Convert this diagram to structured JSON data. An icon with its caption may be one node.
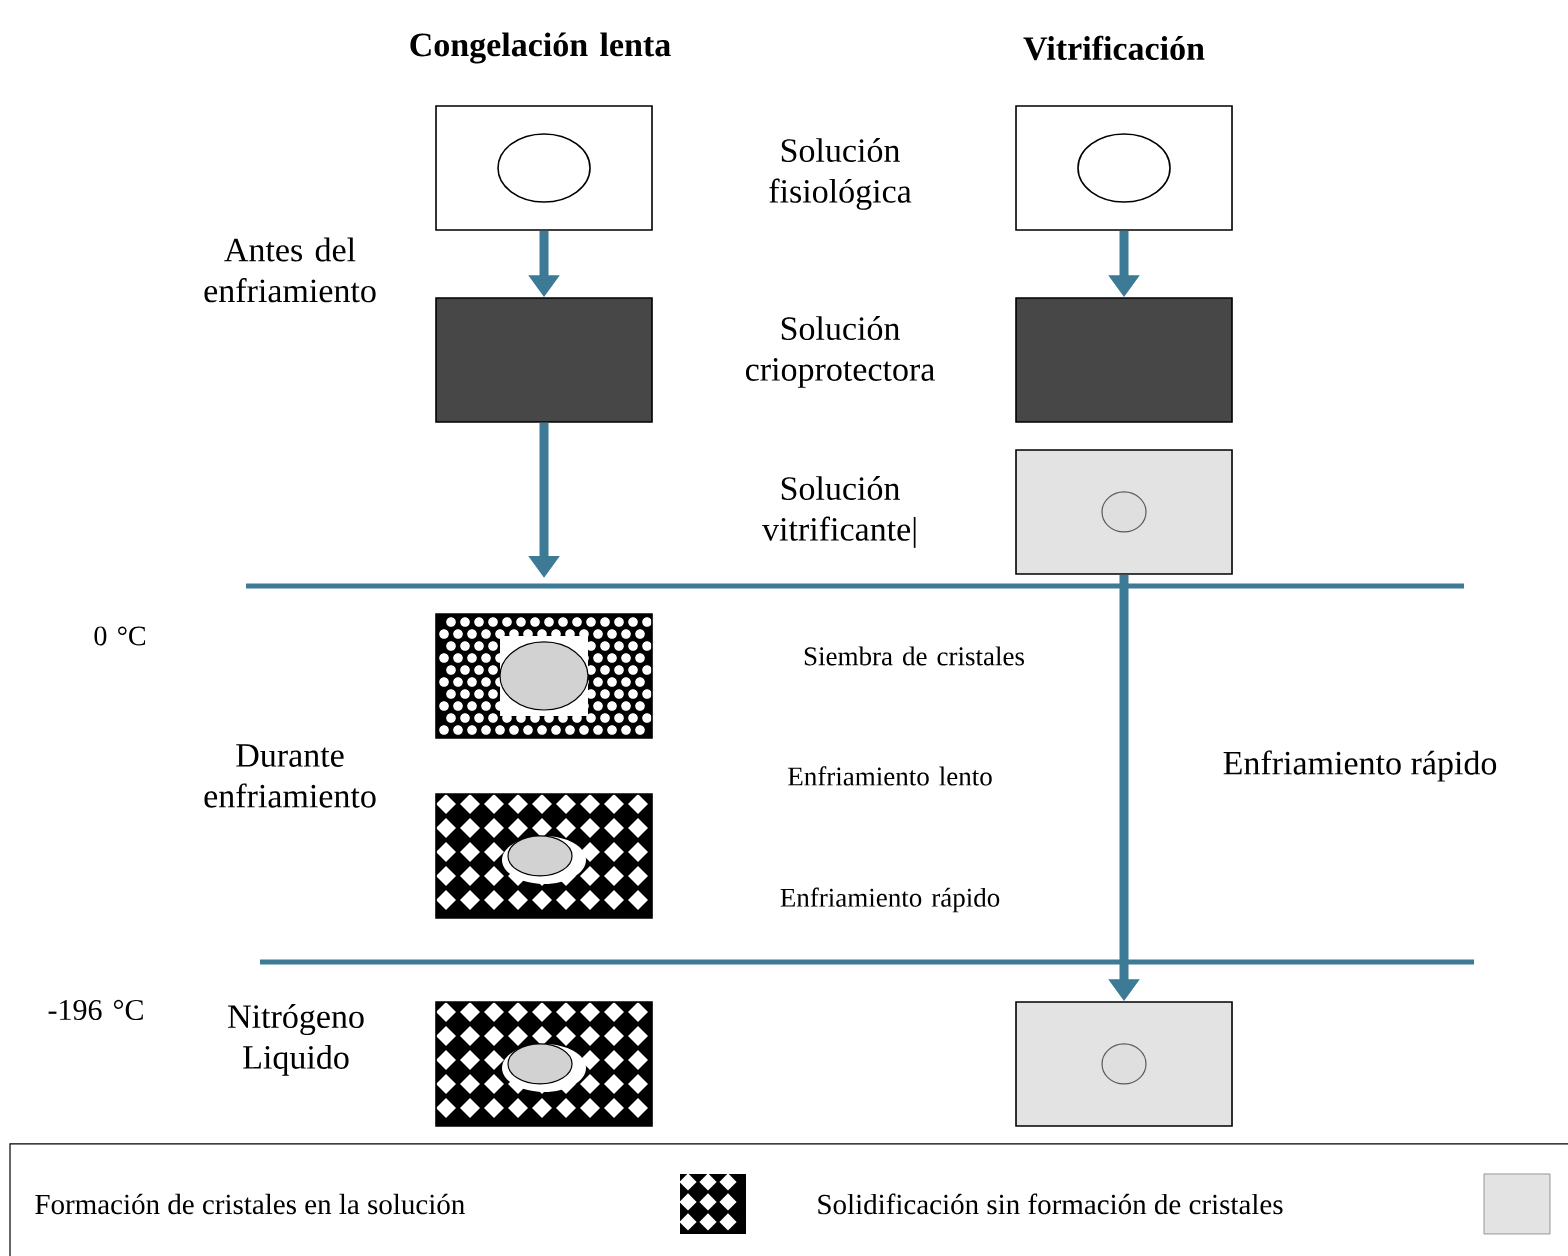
{
  "diagram": {
    "nodes": [
      {
        "text": [],
        "shape": "box"
      },
      {
        "text": [],
        "shape": "box"
      },
      {
        "text": [],
        "shape": "box"
      },
      {
        "text": [],
        "shape": "box"
      },
      {
        "text": [],
        "shape": "box"
      },
      {
        "text": [],
        "shape": "box"
      },
      {
        "text": [],
        "shape": "box"
      },
      {
        "text": [],
        "shape": "box"
      },
      {
        "text": [],
        "shape": "box"
      }
    ],
    "edges": [
      {
        "from": 0,
        "to": 2,
        "arrow": "to"
      },
      {
        "from": 1,
        "to": 3,
        "arrow": "to"
      },
      {
        "from": 2,
        "to": null,
        "arrow": "to"
      },
      {
        "from": 4,
        "to": 8,
        "arrow": "to",
        "label": "Enfriamiento rápido"
      }
    ],
    "labels": [
      "Congelación lenta",
      "Vitrificación",
      "Solución fisiológica",
      "Antes del enfriamiento",
      "Solución crioprotectora",
      "Solución vitrificante|",
      "0 °C",
      "Siembra de cristales",
      "Durante enfriamiento",
      "Enfriamiento lento",
      "Enfriamiento rápido",
      "-196 °C",
      "Nitrógeno Liquido"
    ],
    "legend": [
      {
        "text": "Formación de cristales en la solución"
      },
      {
        "text": "Solidificación sin formación de cristales"
      }
    ]
  }
}
